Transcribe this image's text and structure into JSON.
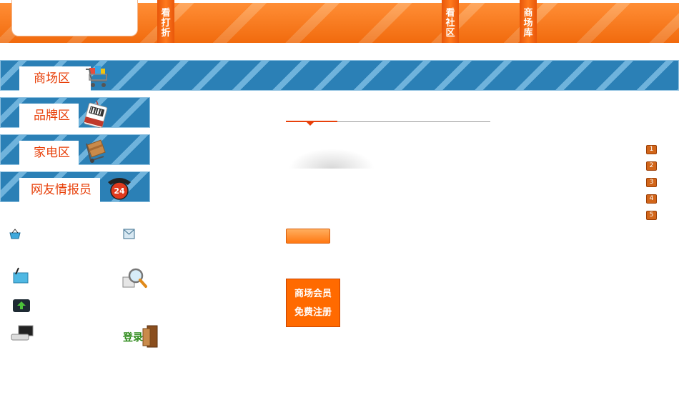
{
  "header": {
    "tabs": [
      {
        "chars": [
          "看",
          "打",
          "折"
        ]
      },
      {
        "chars": [
          "看",
          "社",
          "区"
        ]
      },
      {
        "chars": [
          "商",
          "场",
          "库"
        ]
      }
    ]
  },
  "sections": {
    "mall": "商场区",
    "brand": "品牌区",
    "appliance": "家电区",
    "reporter": "网友情报员"
  },
  "news_numbers": [
    "1",
    "2",
    "3",
    "4",
    "5"
  ],
  "login_label": "登录",
  "register": {
    "line1": "商场会员",
    "line2": "免费注册"
  },
  "colors": {
    "orange": "#ff7a12",
    "blue": "#2b80b6",
    "label_red": "#e8400a"
  }
}
